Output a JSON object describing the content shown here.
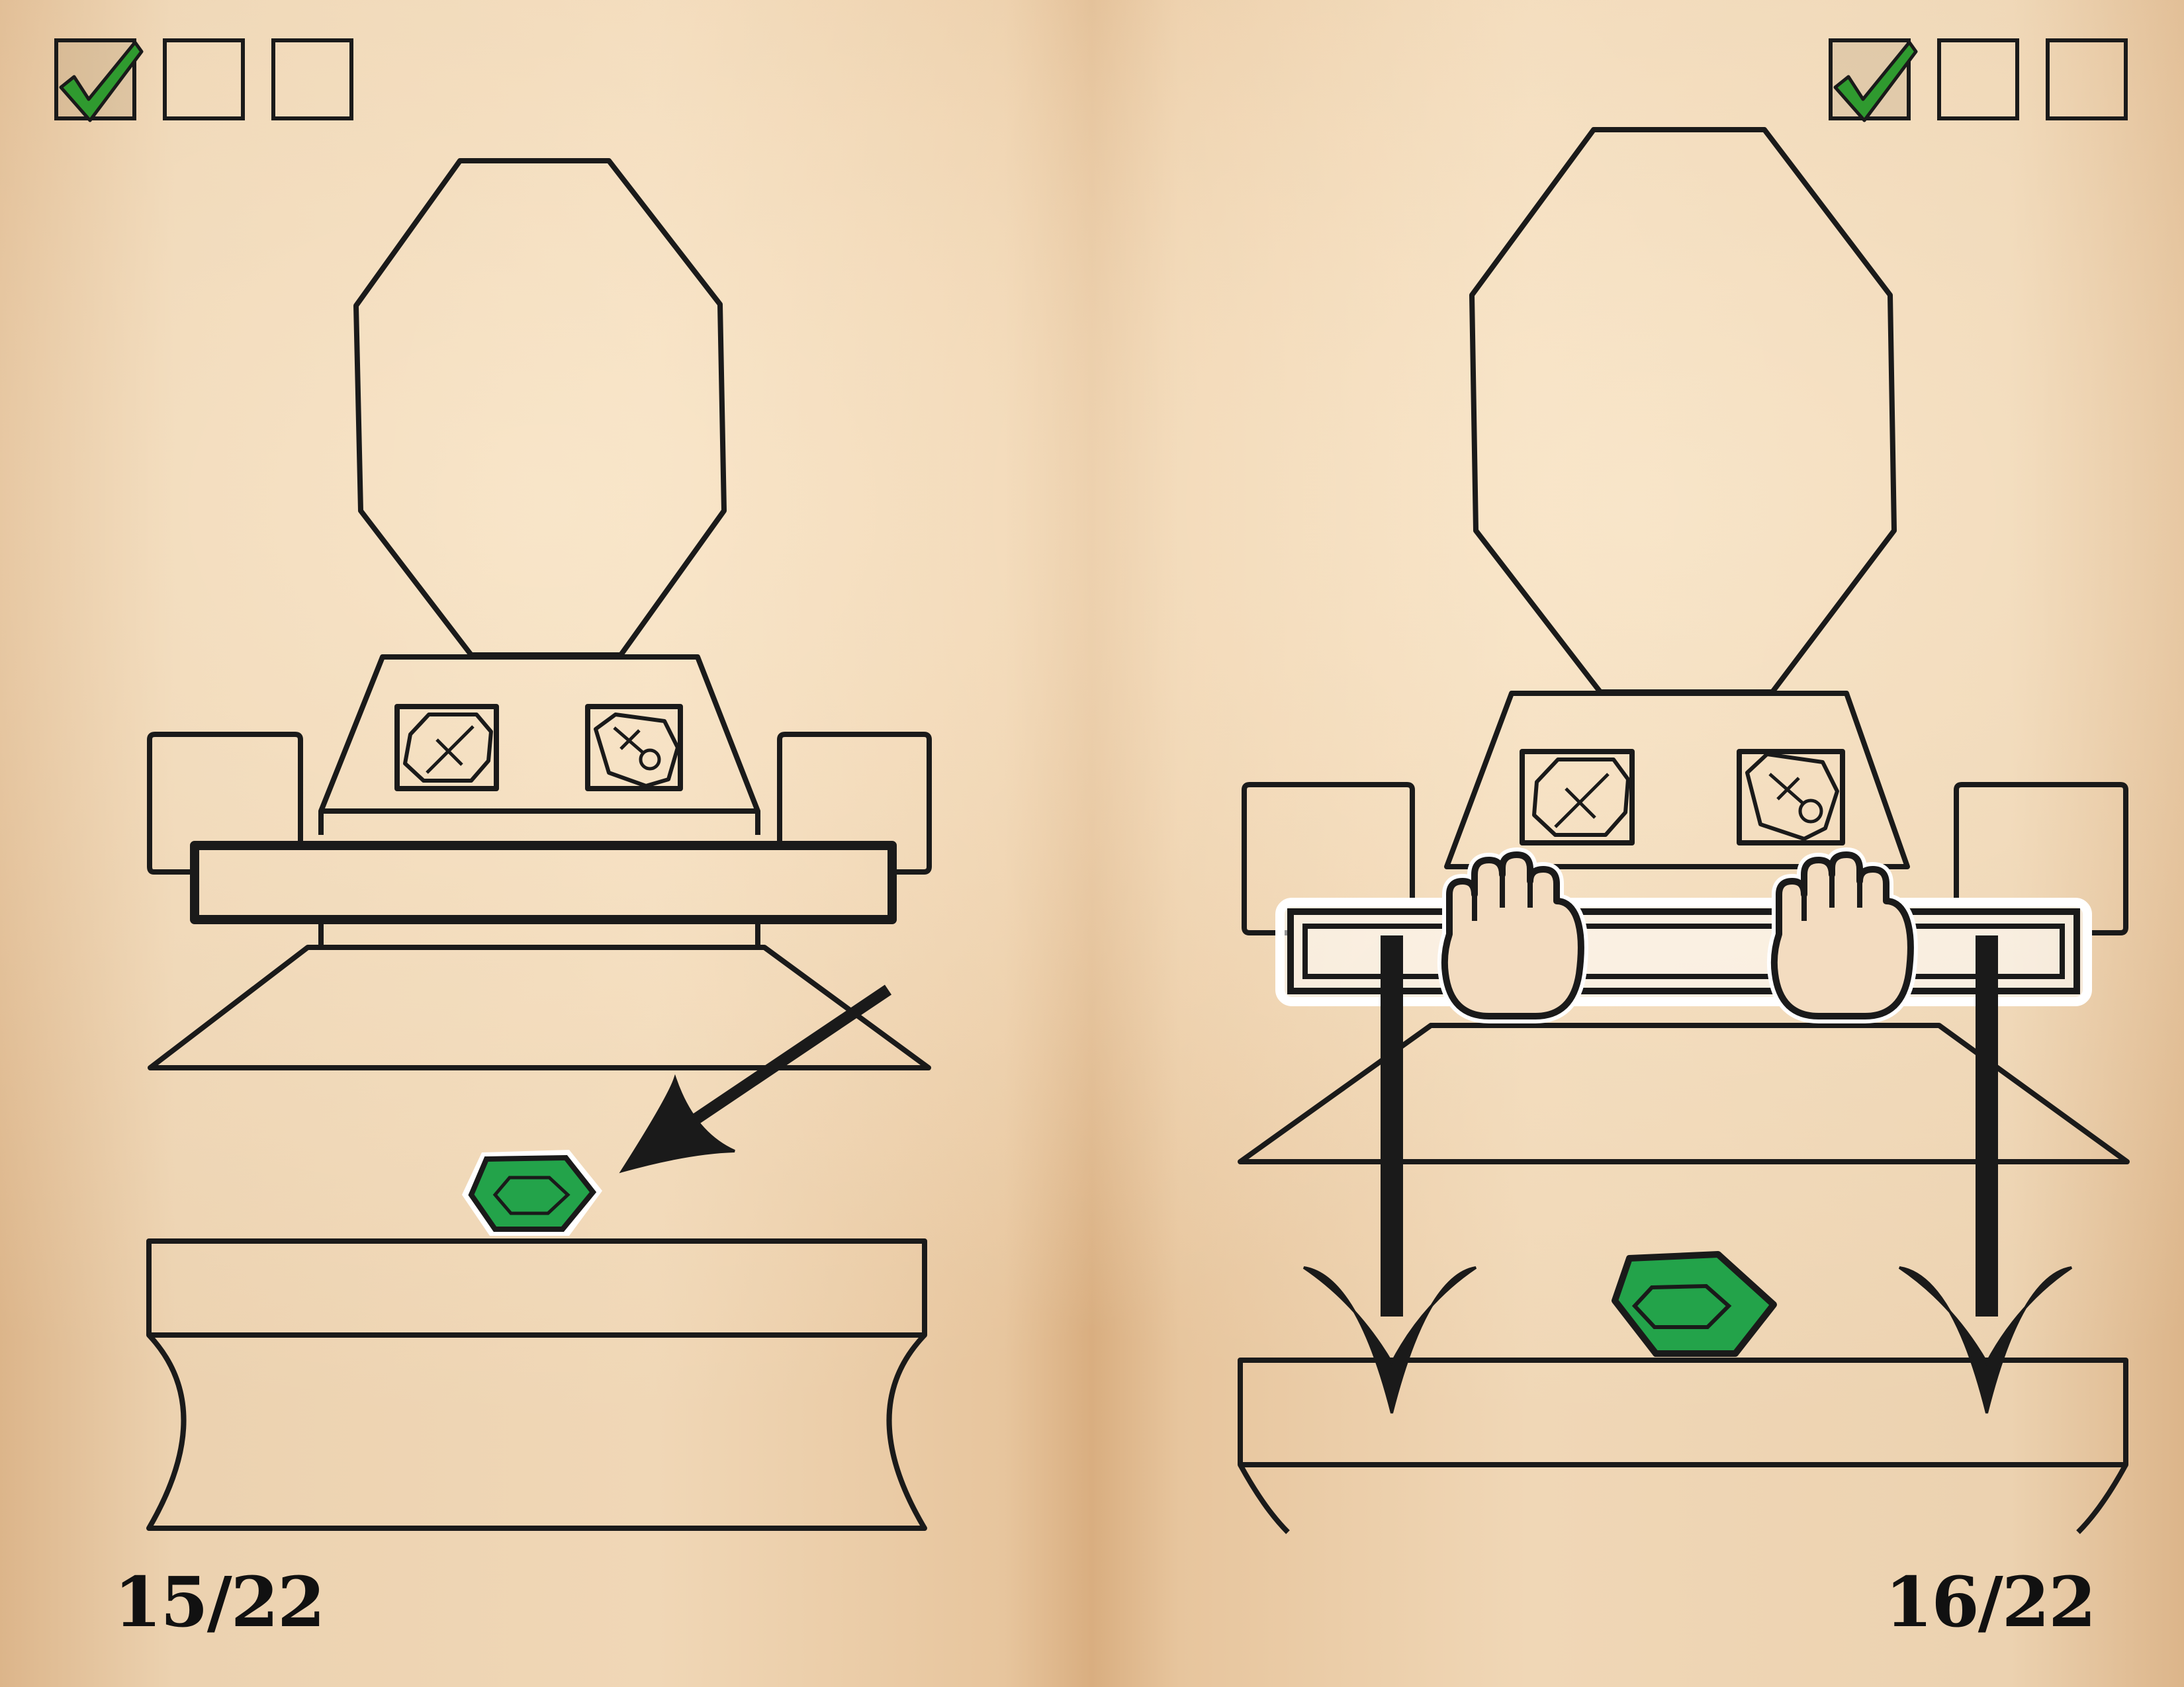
{
  "pages": [
    {
      "id": "left",
      "page_number": "15/22",
      "checkboxes": [
        {
          "checked": true,
          "icon": "checkmark-icon"
        },
        {
          "checked": false
        },
        {
          "checked": false
        }
      ],
      "illustration": {
        "panel_symbols": [
          "sword-symbol-icon",
          "ankh-key-symbol-icon"
        ],
        "gem_color": "#23a34a",
        "arrow_icon": "arrow-down-left-icon"
      }
    },
    {
      "id": "right",
      "page_number": "16/22",
      "checkboxes": [
        {
          "checked": true,
          "icon": "checkmark-icon"
        },
        {
          "checked": false
        },
        {
          "checked": false
        }
      ],
      "illustration": {
        "panel_symbols": [
          "sword-symbol-icon",
          "ankh-key-symbol-icon"
        ],
        "gem_color": "#23a34a",
        "hand_icons": [
          "hand-icon",
          "hand-icon"
        ],
        "arrow_icons": [
          "arrow-down-icon",
          "arrow-down-icon"
        ]
      }
    }
  ],
  "colors": {
    "line": "#1a1a1a",
    "check": "#2f9a2f",
    "gem": "#23a34a",
    "paper": "#ecd2b0"
  }
}
